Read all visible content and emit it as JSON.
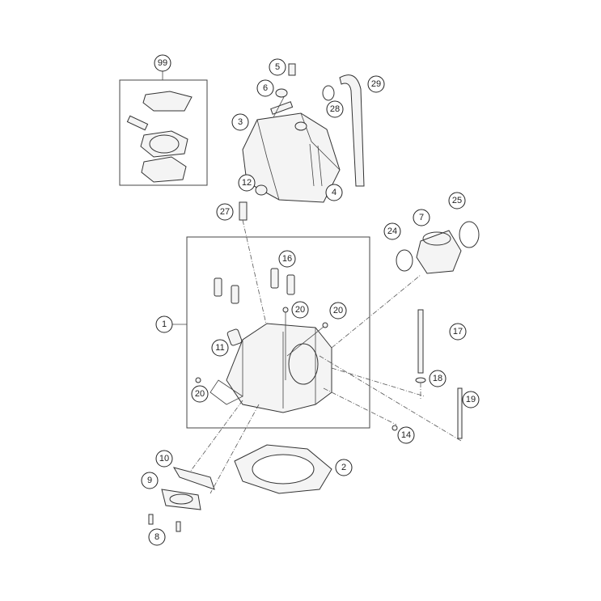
{
  "callouts": {
    "c99": "99",
    "c5": "5",
    "c6": "6",
    "c29": "29",
    "c3": "3",
    "c28": "28",
    "c12": "12",
    "c4": "4",
    "c27": "27",
    "c24": "24",
    "c7": "7",
    "c25": "25",
    "c16": "16",
    "c1": "1",
    "c20a": "20",
    "c20b": "20",
    "c11": "11",
    "c17": "17",
    "c18": "18",
    "c20c": "20",
    "c19": "19",
    "c14": "14",
    "c10": "10",
    "c2": "2",
    "c9": "9",
    "c8": "8"
  }
}
